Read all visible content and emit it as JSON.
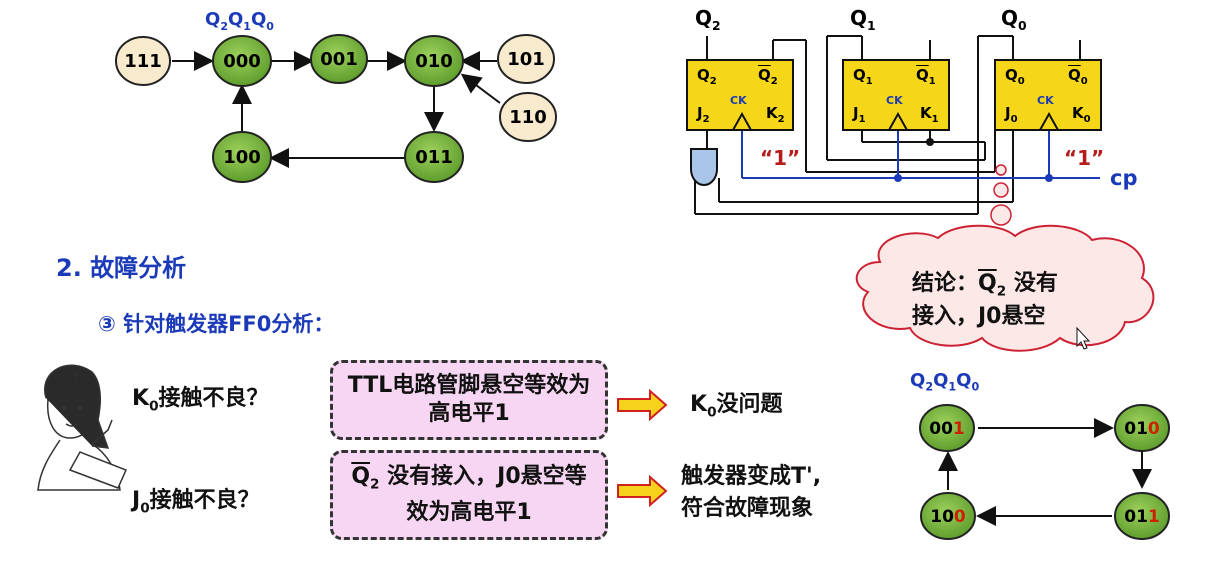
{
  "top_state_diagram": {
    "title": "Q2Q1Q0",
    "nodes": [
      "111",
      "000",
      "001",
      "010",
      "101",
      "110",
      "011",
      "100"
    ]
  },
  "circuit": {
    "q_labels": [
      "Q2",
      "Q1",
      "Q0"
    ],
    "ff_labels": {
      "ff2": {
        "q": "Q2",
        "qbar": "Q2",
        "j": "J2",
        "k": "K2",
        "ck": "CK"
      },
      "ff1": {
        "q": "Q1",
        "qbar": "Q1",
        "j": "J1",
        "k": "K1",
        "ck": "CK"
      },
      "ff0": {
        "q": "Q0",
        "qbar": "Q0",
        "j": "J0",
        "k": "K0",
        "ck": "CK"
      }
    },
    "one_label": "“1”",
    "cp_label": "cp"
  },
  "section_title": "2. 故障分析",
  "sub_title": "③ 针对触发器FF0分析：",
  "questions": {
    "k0": "接触不良？",
    "j0": "接触不良？"
  },
  "boxes": {
    "box1": "TTL电路管脚悬空等效为高电平1",
    "box2_suffix": "没有接入，J0悬空等效为高电平1"
  },
  "results": {
    "k0": "没问题",
    "j0_line1": "触发器变成T',",
    "j0_line2": "符合故障现象"
  },
  "cloud": {
    "line1_prefix": "结论：",
    "line1_suffix": "没有",
    "line2": "接入，J0悬空"
  },
  "bottom_state_diagram": {
    "title": "Q2Q1Q0",
    "nodes": [
      "001",
      "010",
      "011",
      "100"
    ],
    "highlight_color": "#cc2200"
  },
  "colors": {
    "blue": "#1a3ab8",
    "green_node": "#77b63b",
    "cream_node": "#f8ebcd",
    "ff_fill": "#f5d618",
    "red": "#b71c1c"
  }
}
